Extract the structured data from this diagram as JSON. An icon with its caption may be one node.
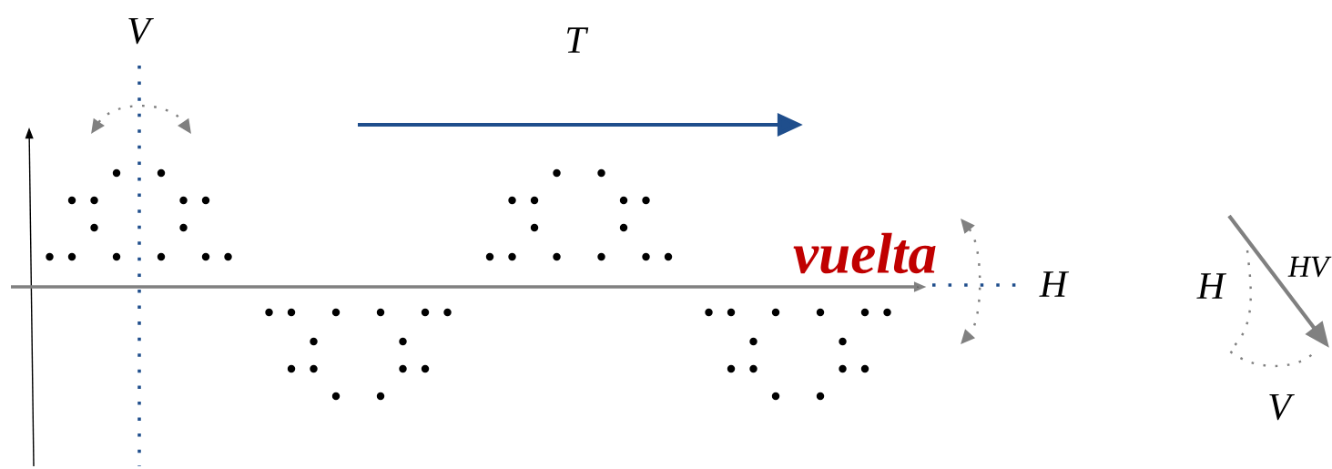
{
  "diagram": {
    "labels": [
      "V",
      "T",
      "vuelta",
      "H",
      "H",
      "HV",
      "V"
    ]
  }
}
